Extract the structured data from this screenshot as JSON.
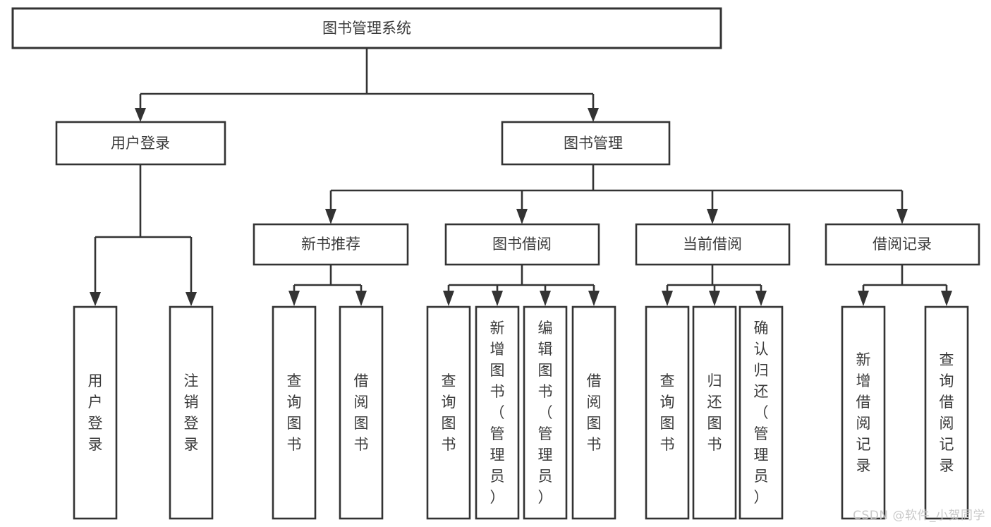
{
  "diagram": {
    "type": "tree-hierarchy-chart",
    "title": "图书管理系统",
    "watermark": "CSDN @软件_小贺同学",
    "colors": {
      "background": "#ffffff",
      "stroke": "#333333",
      "text": "#3b3b3b",
      "watermark_text": "#c9c9c9"
    },
    "nodes": {
      "root": {
        "label": "图书管理系统",
        "orientation": "horizontal"
      },
      "level2": [
        {
          "id": "user-login",
          "label": "用户登录",
          "orientation": "horizontal"
        },
        {
          "id": "book-management",
          "label": "图书管理",
          "orientation": "horizontal"
        }
      ],
      "level3": [
        {
          "id": "new-book-recommend",
          "label": "新书推荐",
          "orientation": "horizontal"
        },
        {
          "id": "book-borrow",
          "label": "图书借阅",
          "orientation": "horizontal"
        },
        {
          "id": "current-borrow",
          "label": "当前借阅",
          "orientation": "horizontal"
        },
        {
          "id": "borrow-record",
          "label": "借阅记录",
          "orientation": "horizontal"
        }
      ],
      "leaves": {
        "user-login": [
          {
            "id": "leaf-user-login",
            "label": "用户登录",
            "orientation": "vertical"
          },
          {
            "id": "leaf-logout-login",
            "label": "注销登录",
            "orientation": "vertical"
          }
        ],
        "new-book-recommend": [
          {
            "id": "leaf-query-book-1",
            "label": "查询图书",
            "orientation": "vertical"
          },
          {
            "id": "leaf-borrow-book-1",
            "label": "借阅图书",
            "orientation": "vertical"
          }
        ],
        "book-borrow": [
          {
            "id": "leaf-query-book-2",
            "label": "查询图书",
            "orientation": "vertical"
          },
          {
            "id": "leaf-add-book",
            "label": "新增图书（管理员）",
            "orientation": "vertical"
          },
          {
            "id": "leaf-edit-book",
            "label": "编辑图书（管理员）",
            "orientation": "vertical"
          },
          {
            "id": "leaf-borrow-book-2",
            "label": "借阅图书",
            "orientation": "vertical"
          }
        ],
        "current-borrow": [
          {
            "id": "leaf-query-book-3",
            "label": "查询图书",
            "orientation": "vertical"
          },
          {
            "id": "leaf-return-book",
            "label": "归还图书",
            "orientation": "vertical"
          },
          {
            "id": "leaf-confirm-return",
            "label": "确认归还（管理员）",
            "orientation": "vertical"
          }
        ],
        "borrow-record": [
          {
            "id": "leaf-add-record",
            "label": "新增借阅记录",
            "orientation": "vertical"
          },
          {
            "id": "leaf-query-record",
            "label": "查询借阅记录",
            "orientation": "vertical"
          }
        ]
      }
    }
  }
}
